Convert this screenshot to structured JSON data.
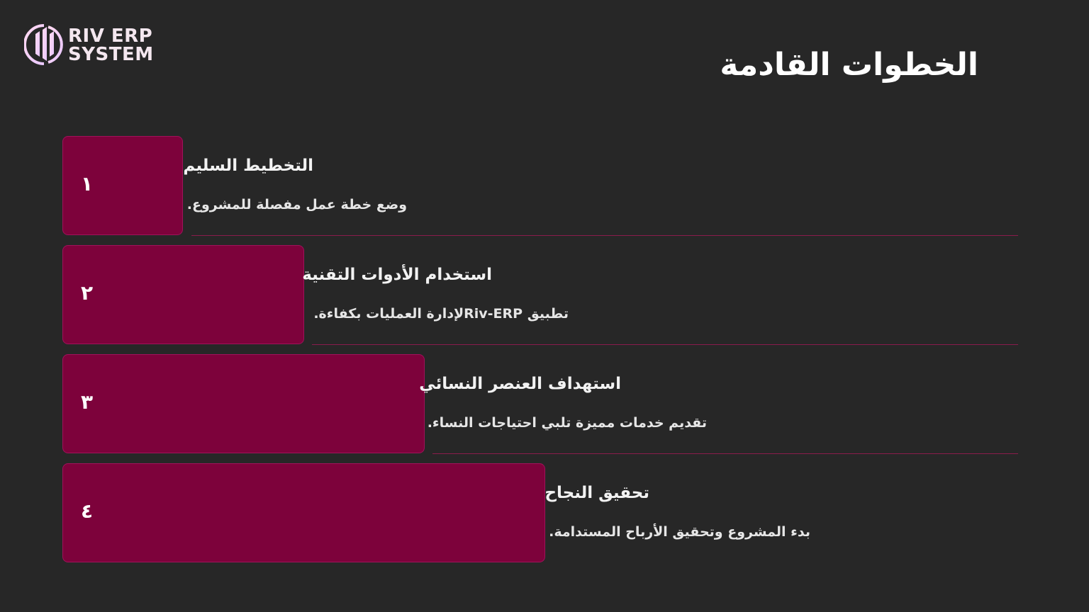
{
  "logo": {
    "line1": "RIV ERP",
    "line2": "SYSTEM"
  },
  "title": "الخطوات القادمة",
  "steps": [
    {
      "number": "١",
      "title": "التخطيط السليم",
      "description": "وضع خطة عمل مفصلة للمشروع."
    },
    {
      "number": "٢",
      "title": "استخدام الأدوات التقنية",
      "description": "تطبيق  Riv-ERPلإدارة العمليات بكفاءة."
    },
    {
      "number": "٣",
      "title": "استهداف العنصر النسائي",
      "description": "تقديم خدمات مميزة تلبي احتياجات النساء."
    },
    {
      "number": "٤",
      "title": "تحقيق النجاح",
      "description": "بدء المشروع وتحقيق الأرباح المستدامة."
    }
  ],
  "colors": {
    "background": "#272727",
    "accent": "#7d023b",
    "divider": "#8a1c4c",
    "text": "#ffffff"
  }
}
